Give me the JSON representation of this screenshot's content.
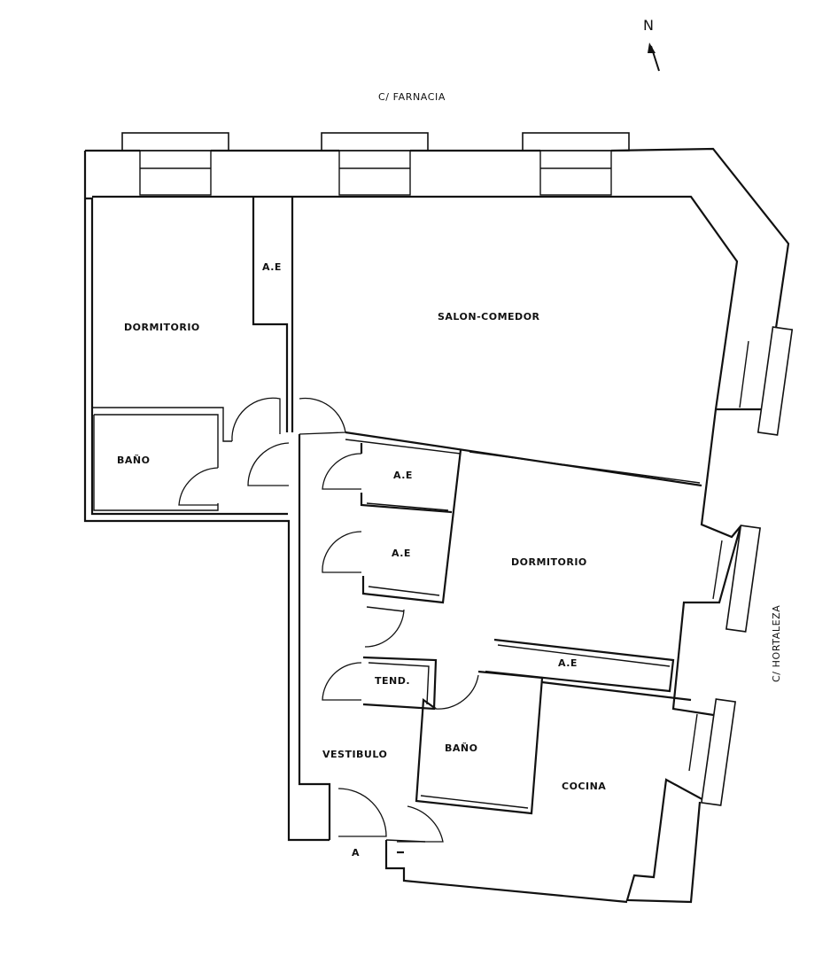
{
  "compass": {
    "label": "N"
  },
  "streets": {
    "top": "C/ FARNACIA",
    "right": "C/ HORTALEZA"
  },
  "rooms": {
    "dormitorio_1": "DORMITORIO",
    "ae_1": "A.E",
    "salon": "SALON-COMEDOR",
    "bano_1": "BAÑO",
    "ae_2": "A.E",
    "ae_3": "A.E",
    "dormitorio_2": "DORMITORIO",
    "ae_4": "A.E",
    "tendero": "TEND.",
    "bano_2": "BAÑO",
    "vestibulo": "VESTIBULO",
    "cocina": "COCINA"
  },
  "entrance": {
    "marker": "A"
  }
}
